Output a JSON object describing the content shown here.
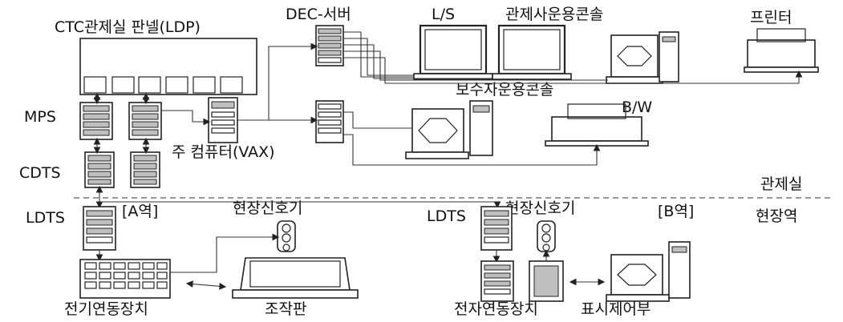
{
  "labels": {
    "ctc_panel": "CTC관제실 판넬(LDP)",
    "dec_server": "DEC-서버",
    "ls": "L/S",
    "control_console": "관제사운용콘솔",
    "printer": "프린터",
    "maint_console": "보수자운용콘솔",
    "bw": "B/W",
    "mps": "MPS",
    "main_computer": "주 컴퓨터(VAX)",
    "cdts": "CDTS",
    "control_room": "관제실",
    "ldts_a": "LDTS",
    "station_a": "[A역]",
    "signal_a": "현장신호기",
    "ldts_b": "LDTS",
    "signal_b": "현장신호기",
    "station_b": "[B역]",
    "field_station": "현장역",
    "electric_interlock": "전기연동장치",
    "control_panel": "조작판",
    "electronic_interlock": "전자연동장치",
    "display_control": "표시제어부"
  }
}
